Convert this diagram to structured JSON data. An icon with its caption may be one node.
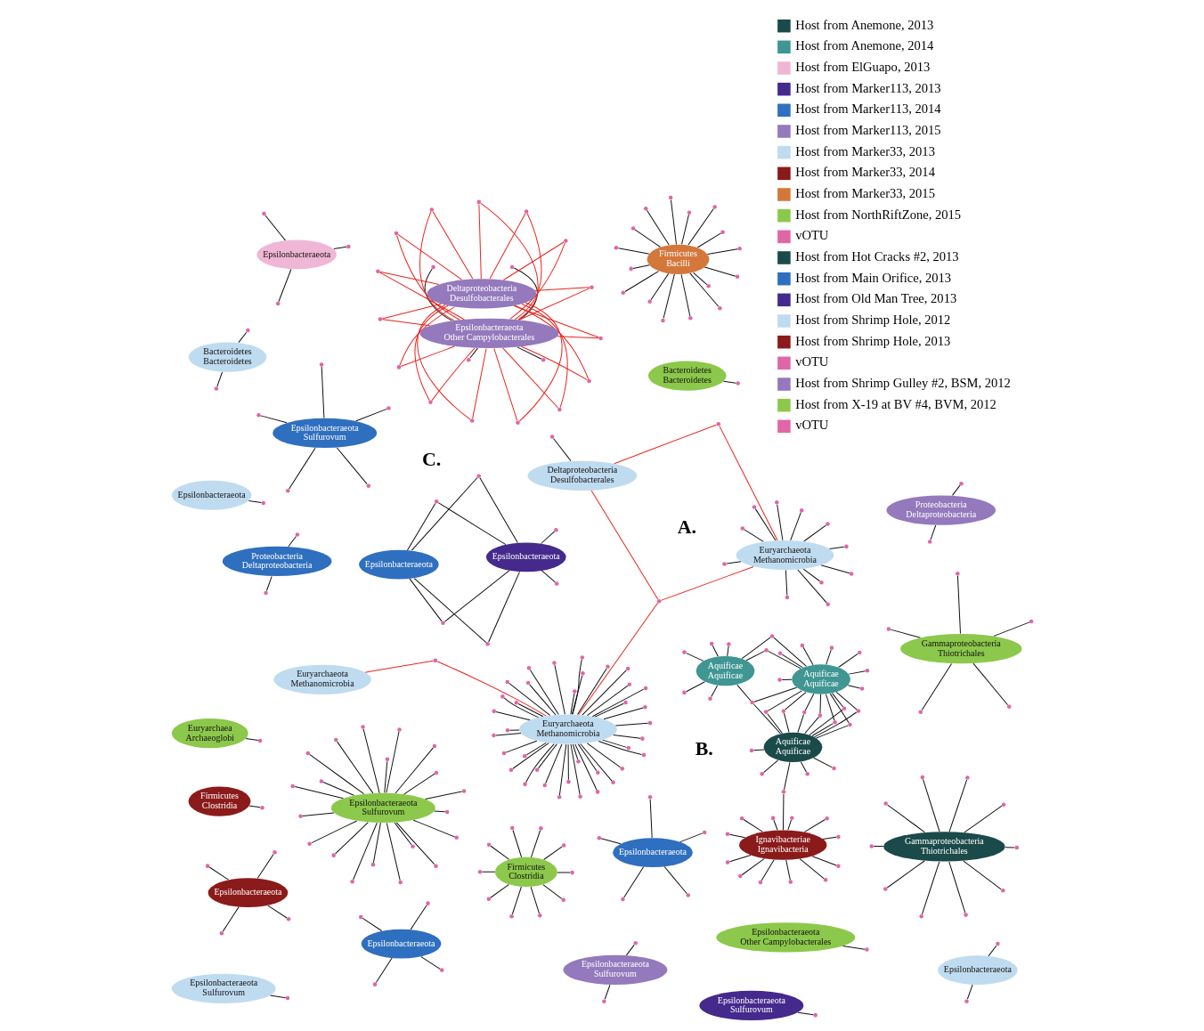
{
  "diagram": {
    "nodes": [
      {
        "text": [
          "Bacteroidetes Bacteroidetes"
        ]
      },
      {
        "text": [],
        "shape": "circle"
      },
      {
        "text": [
          "Proteobacteria Deltaproteobacteria"
        ]
      },
      {
        "text": [],
        "shape": "circle"
      },
      {
        "text": [],
        "shape": "circle"
      },
      {
        "text": [
          "Epsilonbacteraeota"
        ]
      },
      {
        "text": [],
        "shape": "circle"
      },
      {
        "text": [
          "Epsilonbacteraeota"
        ]
      },
      {
        "text": [],
        "shape": "circle"
      },
      {
        "text": [],
        "shape": "circle"
      },
      {
        "text": [],
        "shape": "circle"
      },
      {
        "text": [],
        "shape": "circle"
      },
      {
        "text": [
          "Proteobacteria Deltaproteobacteria"
        ]
      },
      {
        "text": [],
        "shape": "circle"
      },
      {
        "text": [],
        "shape": "circle"
      },
      {
        "text": [
          "Bacteroidetes Bacteroidetes"
        ]
      },
      {
        "text": [],
        "shape": "circle"
      },
      {
        "text": [],
        "shape": "circle"
      },
      {
        "text": [
          "Epsilonbacteraeota"
        ]
      },
      {
        "text": [],
        "shape": "circle"
      },
      {
        "text": [],
        "shape": "circle"
      },
      {
        "text": [],
        "shape": "circle"
      },
      {
        "text": [],
        "shape": "circle"
      },
      {
        "text": [],
        "shape": "circle"
      },
      {
        "text": [
          "Ignavibacteriae Ignavibacteria"
        ]
      },
      {
        "text": [],
        "shape": "circle"
      },
      {
        "text": [],
        "shape": "circle"
      },
      {
        "text": [],
        "shape": "circle"
      },
      {
        "text": [],
        "shape": "circle"
      },
      {
        "text": [],
        "shape": "circle"
      },
      {
        "text": [],
        "shape": "circle"
      },
      {
        "text": [],
        "shape": "circle"
      },
      {
        "text": [],
        "shape": "circle"
      },
      {
        "text": [],
        "shape": "circle"
      },
      {
        "text": [],
        "shape": "circle"
      },
      {
        "text": [],
        "shape": "circle"
      },
      {
        "text": [],
        "shape": "circle"
      },
      {
        "text": [
          "Firmicutes Bacilli"
        ]
      },
      {
        "text": [],
        "shape": "circle"
      },
      {
        "text": [],
        "shape": "circle"
      },
      {
        "text": [],
        "shape": "circle"
      },
      {
        "text": [],
        "shape": "circle"
      },
      {
        "text": [],
        "shape": "circle"
      },
      {
        "text": [],
        "shape": "circle"
      },
      {
        "text": [],
        "shape": "circle"
      },
      {
        "text": [],
        "shape": "circle"
      },
      {
        "text": [],
        "shape": "circle"
      },
      {
        "text": [],
        "shape": "circle"
      },
      {
        "text": [],
        "shape": "circle"
      },
      {
        "text": [],
        "shape": "circle"
      },
      {
        "text": [],
        "shape": "circle"
      },
      {
        "text": [],
        "shape": "circle"
      },
      {
        "text": [],
        "shape": "circle"
      },
      {
        "text": [],
        "shape": "circle"
      },
      {
        "text": [
          "Epsilonbacteraeota"
        ]
      },
      {
        "text": [
          "Epsilonbacteraeota"
        ]
      },
      {
        "text": [],
        "shape": "circle"
      },
      {
        "text": [],
        "shape": "circle"
      },
      {
        "text": [],
        "shape": "circle"
      },
      {
        "text": [],
        "shape": "circle"
      },
      {
        "text": [],
        "shape": "circle"
      },
      {
        "text": [],
        "shape": "circle"
      },
      {
        "text": [
          "Aquificae Aquificae"
        ]
      },
      {
        "text": [],
        "shape": "circle"
      },
      {
        "text": [],
        "shape": "circle"
      },
      {
        "text": [],
        "shape": "circle"
      },
      {
        "text": [],
        "shape": "circle"
      },
      {
        "text": [],
        "shape": "circle"
      },
      {
        "text": [
          "Aquificae Aquificae"
        ]
      },
      {
        "text": [],
        "shape": "circle"
      },
      {
        "text": [],
        "shape": "circle"
      },
      {
        "text": [],
        "shape": "circle"
      },
      {
        "text": [],
        "shape": "circle"
      },
      {
        "text": [],
        "shape": "circle"
      },
      {
        "text": [],
        "shape": "circle"
      },
      {
        "text": [],
        "shape": "circle"
      },
      {
        "text": [],
        "shape": "circle"
      },
      {
        "text": [],
        "shape": "circle"
      },
      {
        "text": [],
        "shape": "circle"
      },
      {
        "text": [],
        "shape": "circle"
      },
      {
        "text": [],
        "shape": "circle"
      },
      {
        "text": [],
        "shape": "circle"
      },
      {
        "text": [],
        "shape": "circle"
      },
      {
        "text": [],
        "shape": "circle"
      },
      {
        "text": [
          "Aquificae Aquificae"
        ]
      },
      {
        "text": [],
        "shape": "circle"
      },
      {
        "text": [],
        "shape": "circle"
      },
      {
        "text": [],
        "shape": "circle"
      },
      {
        "text": [],
        "shape": "circle"
      },
      {
        "text": [],
        "shape": "circle"
      },
      {
        "text": [],
        "shape": "circle"
      },
      {
        "text": [],
        "shape": "circle"
      },
      {
        "text": [],
        "shape": "circle"
      },
      {
        "text": [
          "Epsilonbacteraeota"
        ]
      },
      {
        "text": [],
        "shape": "circle"
      },
      {
        "text": [],
        "shape": "circle"
      },
      {
        "text": [],
        "shape": "circle"
      },
      {
        "text": [
          "Firmicutes Clostridia"
        ]
      },
      {
        "text": [],
        "shape": "circle"
      },
      {
        "text": [],
        "shape": "circle"
      },
      {
        "text": [],
        "shape": "circle"
      },
      {
        "text": [],
        "shape": "circle"
      },
      {
        "text": [],
        "shape": "circle"
      },
      {
        "text": [],
        "shape": "circle"
      },
      {
        "text": [],
        "shape": "circle"
      },
      {
        "text": [],
        "shape": "circle"
      },
      {
        "text": [],
        "shape": "circle"
      },
      {
        "text": [],
        "shape": "circle"
      },
      {
        "text": [
          "Epsilonbacteraeota"
        ]
      },
      {
        "text": [],
        "shape": "circle"
      },
      {
        "text": [],
        "shape": "circle"
      },
      {
        "text": [],
        "shape": "circle"
      },
      {
        "text": [],
        "shape": "circle"
      },
      {
        "text": [
          "Epsilonbacteraeota"
        ]
      },
      {
        "text": [],
        "shape": "circle"
      },
      {
        "text": [],
        "shape": "circle"
      },
      {
        "text": [
          "Gammaproteobacteria Thiotrichales"
        ]
      },
      {
        "text": [],
        "shape": "circle"
      },
      {
        "text": [],
        "shape": "circle"
      },
      {
        "text": [],
        "shape": "circle"
      },
      {
        "text": [],
        "shape": "circle"
      },
      {
        "text": [],
        "shape": "circle"
      },
      {
        "text": [],
        "shape": "circle"
      },
      {
        "text": [],
        "shape": "circle"
      },
      {
        "text": [],
        "shape": "circle"
      },
      {
        "text": [],
        "shape": "circle"
      },
      {
        "text": [],
        "shape": "circle"
      },
      {
        "text": [
          "Firmicutes Clostridia"
        ]
      },
      {
        "text": [],
        "shape": "circle"
      },
      {
        "text": [
          "Euryarchaeota Methanomicrobia"
        ]
      },
      {
        "text": [],
        "shape": "circle"
      },
      {
        "text": [],
        "shape": "circle"
      },
      {
        "text": [],
        "shape": "circle"
      },
      {
        "text": [],
        "shape": "circle"
      },
      {
        "text": [],
        "shape": "circle"
      },
      {
        "text": [],
        "shape": "circle"
      },
      {
        "text": [],
        "shape": "circle"
      },
      {
        "text": [],
        "shape": "circle"
      },
      {
        "text": [],
        "shape": "circle"
      },
      {
        "text": [],
        "shape": "circle"
      },
      {
        "text": [],
        "shape": "circle"
      },
      {
        "text": [],
        "shape": "circle"
      },
      {
        "text": [],
        "shape": "circle"
      },
      {
        "text": [],
        "shape": "circle"
      },
      {
        "text": [],
        "shape": "circle"
      },
      {
        "text": [],
        "shape": "circle"
      },
      {
        "text": [],
        "shape": "circle"
      },
      {
        "text": [],
        "shape": "circle"
      },
      {
        "text": [],
        "shape": "circle"
      },
      {
        "text": [],
        "shape": "circle"
      },
      {
        "text": [],
        "shape": "circle"
      },
      {
        "text": [],
        "shape": "circle"
      },
      {
        "text": [],
        "shape": "circle"
      },
      {
        "text": [],
        "shape": "circle"
      },
      {
        "text": [],
        "shape": "circle"
      },
      {
        "text": [],
        "shape": "circle"
      },
      {
        "text": [],
        "shape": "circle"
      },
      {
        "text": [],
        "shape": "circle"
      },
      {
        "text": [],
        "shape": "circle"
      },
      {
        "text": [],
        "shape": "circle"
      },
      {
        "text": [],
        "shape": "circle"
      },
      {
        "text": [],
        "shape": "circle"
      },
      {
        "text": [],
        "shape": "circle"
      },
      {
        "text": [],
        "shape": "circle"
      },
      {
        "text": [],
        "shape": "circle"
      },
      {
        "text": [],
        "shape": "circle"
      },
      {
        "text": [
          "Deltaproteobacteria Desulfobacterales"
        ]
      },
      {
        "text": [],
        "shape": "circle"
      },
      {
        "text": [
          "Euryarchaeota Methanomicrobia"
        ]
      },
      {
        "text": [],
        "shape": "circle"
      },
      {
        "text": [],
        "shape": "circle"
      },
      {
        "text": [
          "Euryarchaeota Methanomicrobia"
        ]
      },
      {
        "text": [],
        "shape": "circle"
      },
      {
        "text": [],
        "shape": "circle"
      },
      {
        "text": [],
        "shape": "circle"
      },
      {
        "text": [],
        "shape": "circle"
      },
      {
        "text": [],
        "shape": "circle"
      },
      {
        "text": [],
        "shape": "circle"
      },
      {
        "text": [],
        "shape": "circle"
      },
      {
        "text": [],
        "shape": "circle"
      },
      {
        "text": [],
        "shape": "circle"
      },
      {
        "text": [],
        "shape": "circle"
      },
      {
        "text": [],
        "shape": "circle"
      },
      {
        "text": [],
        "shape": "circle"
      },
      {
        "text": [
          "Epsilonbacteraeota Sulfurovum"
        ]
      },
      {
        "text": [],
        "shape": "circle"
      },
      {
        "text": [],
        "shape": "circle"
      },
      {
        "text": [],
        "shape": "circle"
      },
      {
        "text": [],
        "shape": "circle"
      },
      {
        "text": [],
        "shape": "circle"
      },
      {
        "text": [
          "Epsilonbacteraeota Sulfurovum"
        ]
      },
      {
        "text": [],
        "shape": "circle"
      },
      {
        "text": [
          "Epsilonbacteraeota Sulfurovum"
        ]
      },
      {
        "text": [],
        "shape": "circle"
      },
      {
        "text": [
          "Epsilonbacteraeota Other Campylobacterales"
        ]
      },
      {
        "text": [],
        "shape": "circle"
      },
      {
        "text": [],
        "shape": "circle"
      },
      {
        "text": [],
        "shape": "circle"
      },
      {
        "text": [],
        "shape": "circle"
      },
      {
        "text": [
          "Deltaproteobacteria Desulfobacterales"
        ]
      },
      {
        "text": [],
        "shape": "circle"
      },
      {
        "text": [],
        "shape": "circle"
      },
      {
        "text": [],
        "shape": "circle"
      },
      {
        "text": [],
        "shape": "circle"
      },
      {
        "text": [],
        "shape": "circle"
      },
      {
        "text": [],
        "shape": "circle"
      },
      {
        "text": [],
        "shape": "circle"
      },
      {
        "text": [],
        "shape": "circle"
      },
      {
        "text": [],
        "shape": "circle"
      },
      {
        "text": [],
        "shape": "circle"
      },
      {
        "text": [],
        "shape": "circle"
      },
      {
        "text": [],
        "shape": "circle"
      },
      {
        "text": [],
        "shape": "circle"
      },
      {
        "text": [],
        "shape": "circle"
      },
      {
        "text": [],
        "shape": "circle"
      },
      {
        "text": [
          "Epsilonbacteraeota Sulfurovum"
        ]
      },
      {
        "text": [],
        "shape": "circle"
      },
      {
        "text": [],
        "shape": "circle"
      },
      {
        "text": [
          "Epsilonbacteraeota Sulfurovum"
        ]
      },
      {
        "text": [],
        "shape": "circle"
      },
      {
        "text": [],
        "shape": "circle"
      },
      {
        "text": [],
        "shape": "circle"
      },
      {
        "text": [],
        "shape": "circle"
      },
      {
        "text": [],
        "shape": "circle"
      },
      {
        "text": [],
        "shape": "circle"
      },
      {
        "text": [],
        "shape": "circle"
      },
      {
        "text": [],
        "shape": "circle"
      },
      {
        "text": [],
        "shape": "circle"
      },
      {
        "text": [],
        "shape": "circle"
      },
      {
        "text": [],
        "shape": "circle"
      },
      {
        "text": [],
        "shape": "circle"
      },
      {
        "text": [],
        "shape": "circle"
      },
      {
        "text": [],
        "shape": "circle"
      },
      {
        "text": [],
        "shape": "circle"
      },
      {
        "text": [],
        "shape": "circle"
      },
      {
        "text": [],
        "shape": "circle"
      },
      {
        "text": [],
        "shape": "circle"
      },
      {
        "text": [],
        "shape": "circle"
      },
      {
        "text": [],
        "shape": "circle"
      },
      {
        "text": [
          "Gammaproteobacteria Thiotrichales"
        ]
      },
      {
        "text": [],
        "shape": "circle"
      },
      {
        "text": [],
        "shape": "circle"
      },
      {
        "text": [],
        "shape": "circle"
      },
      {
        "text": [],
        "shape": "circle"
      },
      {
        "text": [],
        "shape": "circle"
      },
      {
        "text": [
          "Euryarchaea Archaeoglobi"
        ]
      },
      {
        "text": [],
        "shape": "circle"
      },
      {
        "text": [
          "Epsilonbacteraeota Other Campylobacterales"
        ]
      },
      {
        "text": [],
        "shape": "circle"
      }
    ],
    "edges": [
      {
        "from": 0,
        "to": 1,
        "arrow": "none"
      },
      {
        "from": 2,
        "to": 3,
        "arrow": "none"
      },
      {
        "from": 2,
        "to": 4,
        "arrow": "none"
      },
      {
        "from": 5,
        "to": 6,
        "arrow": "none"
      },
      {
        "from": 7,
        "to": 8,
        "arrow": "none"
      },
      {
        "from": 7,
        "to": 9,
        "arrow": "none"
      },
      {
        "from": 7,
        "to": 10,
        "arrow": "none"
      },
      {
        "from": 7,
        "to": 11,
        "arrow": "none"
      },
      {
        "from": 12,
        "to": 13,
        "arrow": "none"
      },
      {
        "from": 12,
        "to": 14,
        "arrow": "none"
      },
      {
        "from": 15,
        "to": 16,
        "arrow": "none"
      },
      {
        "from": 15,
        "to": 17,
        "arrow": "none"
      },
      {
        "from": 18,
        "to": 19,
        "arrow": "none"
      },
      {
        "from": 18,
        "to": 20,
        "arrow": "none"
      },
      {
        "from": 18,
        "to": 21,
        "arrow": "none"
      },
      {
        "from": 18,
        "to": 22,
        "arrow": "none"
      },
      {
        "from": 18,
        "to": 23,
        "arrow": "none"
      },
      {
        "from": 24,
        "to": 25,
        "arrow": "none"
      },
      {
        "from": 24,
        "to": 26,
        "arrow": "none"
      },
      {
        "from": 24,
        "to": 27,
        "arrow": "none"
      },
      {
        "from": 24,
        "to": 28,
        "arrow": "none"
      },
      {
        "from": 24,
        "to": 29,
        "arrow": "none"
      },
      {
        "from": 24,
        "to": 30,
        "arrow": "none"
      },
      {
        "from": 24,
        "to": 31,
        "arrow": "none"
      },
      {
        "from": 24,
        "to": 32,
        "arrow": "none"
      },
      {
        "from": 24,
        "to": 33,
        "arrow": "none"
      },
      {
        "from": 24,
        "to": 34,
        "arrow": "none"
      },
      {
        "from": 24,
        "to": 35,
        "arrow": "none"
      },
      {
        "from": 24,
        "to": 36,
        "arrow": "none"
      },
      {
        "from": 37,
        "to": 38,
        "arrow": "none"
      },
      {
        "from": 37,
        "to": 39,
        "arrow": "none"
      },
      {
        "from": 37,
        "to": 40,
        "arrow": "none"
      },
      {
        "from": 37,
        "to": 41,
        "arrow": "none"
      },
      {
        "from": 37,
        "to": 42,
        "arrow": "none"
      },
      {
        "from": 37,
        "to": 43,
        "arrow": "none"
      },
      {
        "from": 37,
        "to": 44,
        "arrow": "none"
      },
      {
        "from": 37,
        "to": 45,
        "arrow": "none"
      },
      {
        "from": 37,
        "to": 46,
        "arrow": "none"
      },
      {
        "from": 37,
        "to": 47,
        "arrow": "none"
      },
      {
        "from": 37,
        "to": 48,
        "arrow": "none"
      },
      {
        "from": 37,
        "to": 49,
        "arrow": "none"
      },
      {
        "from": 37,
        "to": 50,
        "arrow": "none"
      },
      {
        "from": 37,
        "to": 51,
        "arrow": "none"
      },
      {
        "from": 37,
        "to": 52,
        "arrow": "none"
      },
      {
        "from": 37,
        "to": 53,
        "arrow": "none"
      },
      {
        "from": 55,
        "to": 56,
        "arrow": "none"
      },
      {
        "from": 55,
        "to": 57,
        "arrow": "none"
      },
      {
        "from": 54,
        "to": 58,
        "arrow": "none"
      },
      {
        "from": 54,
        "to": 59,
        "arrow": "none"
      },
      {
        "from": 54,
        "to": 60,
        "arrow": "none"
      },
      {
        "from": 54,
        "to": 61,
        "arrow": "none"
      },
      {
        "from": 55,
        "to": 58,
        "arrow": "none"
      },
      {
        "from": 55,
        "to": 59,
        "arrow": "none"
      },
      {
        "from": 55,
        "to": 60,
        "arrow": "none"
      },
      {
        "from": 55,
        "to": 61,
        "arrow": "none"
      },
      {
        "from": 62,
        "to": 63,
        "arrow": "none"
      },
      {
        "from": 62,
        "to": 64,
        "arrow": "none"
      },
      {
        "from": 62,
        "to": 65,
        "arrow": "none"
      },
      {
        "from": 62,
        "to": 66,
        "arrow": "none"
      },
      {
        "from": 24,
        "to": 67,
        "arrow": "none"
      },
      {
        "from": 62,
        "to": 67,
        "arrow": "none"
      },
      {
        "from": 68,
        "to": 69,
        "arrow": "none"
      },
      {
        "from": 68,
        "to": 70,
        "arrow": "none"
      },
      {
        "from": 68,
        "to": 71,
        "arrow": "none"
      },
      {
        "from": 68,
        "to": 72,
        "arrow": "none"
      },
      {
        "from": 68,
        "to": 73,
        "arrow": "none"
      },
      {
        "from": 68,
        "to": 74,
        "arrow": "none"
      },
      {
        "from": 68,
        "to": 75,
        "arrow": "none"
      },
      {
        "from": 62,
        "to": 76,
        "arrow": "none"
      },
      {
        "from": 62,
        "to": 77,
        "arrow": "none"
      },
      {
        "from": 62,
        "to": 78,
        "arrow": "none"
      },
      {
        "from": 62,
        "to": 79,
        "arrow": "none"
      },
      {
        "from": 62,
        "to": 80,
        "arrow": "none"
      },
      {
        "from": 62,
        "to": 81,
        "arrow": "none"
      },
      {
        "from": 62,
        "to": 82,
        "arrow": "none"
      },
      {
        "from": 62,
        "to": 83,
        "arrow": "none"
      },
      {
        "from": 68,
        "to": 76,
        "arrow": "none"
      },
      {
        "from": 68,
        "to": 77,
        "arrow": "none"
      },
      {
        "from": 68,
        "to": 78,
        "arrow": "none"
      },
      {
        "from": 68,
        "to": 79,
        "arrow": "none"
      },
      {
        "from": 68,
        "to": 80,
        "arrow": "none"
      },
      {
        "from": 68,
        "to": 81,
        "arrow": "none"
      },
      {
        "from": 68,
        "to": 82,
        "arrow": "none"
      },
      {
        "from": 68,
        "to": 83,
        "arrow": "none"
      },
      {
        "from": 84,
        "to": 85,
        "arrow": "none"
      },
      {
        "from": 84,
        "to": 86,
        "arrow": "none"
      },
      {
        "from": 84,
        "to": 87,
        "arrow": "none"
      },
      {
        "from": 84,
        "to": 88,
        "arrow": "none"
      },
      {
        "from": 84,
        "to": 89,
        "arrow": "none"
      },
      {
        "from": 68,
        "to": 90,
        "arrow": "none"
      },
      {
        "from": 68,
        "to": 91,
        "arrow": "none"
      },
      {
        "from": 84,
        "to": 90,
        "arrow": "none"
      },
      {
        "from": 84,
        "to": 91,
        "arrow": "none"
      },
      {
        "from": 62,
        "to": 92,
        "arrow": "none"
      },
      {
        "from": 68,
        "to": 92,
        "arrow": "none"
      },
      {
        "from": 84,
        "to": 92,
        "arrow": "none"
      },
      {
        "from": 93,
        "to": 94,
        "arrow": "none"
      },
      {
        "from": 93,
        "to": 95,
        "arrow": "none"
      },
      {
        "from": 93,
        "to": 96,
        "arrow": "none"
      },
      {
        "from": 97,
        "to": 98,
        "arrow": "none"
      },
      {
        "from": 97,
        "to": 99,
        "arrow": "none"
      },
      {
        "from": 97,
        "to": 100,
        "arrow": "none"
      },
      {
        "from": 97,
        "to": 101,
        "arrow": "none"
      },
      {
        "from": 97,
        "to": 102,
        "arrow": "none"
      },
      {
        "from": 97,
        "to": 103,
        "arrow": "none"
      },
      {
        "from": 97,
        "to": 104,
        "arrow": "none"
      },
      {
        "from": 97,
        "to": 105,
        "arrow": "none"
      },
      {
        "from": 97,
        "to": 106,
        "arrow": "none"
      },
      {
        "from": 97,
        "to": 107,
        "arrow": "none"
      },
      {
        "from": 108,
        "to": 109,
        "arrow": "none"
      },
      {
        "from": 108,
        "to": 110,
        "arrow": "none"
      },
      {
        "from": 108,
        "to": 111,
        "arrow": "none"
      },
      {
        "from": 108,
        "to": 112,
        "arrow": "none"
      },
      {
        "from": 113,
        "to": 114,
        "arrow": "none"
      },
      {
        "from": 113,
        "to": 115,
        "arrow": "none"
      },
      {
        "from": 116,
        "to": 117,
        "arrow": "none"
      },
      {
        "from": 116,
        "to": 118,
        "arrow": "none"
      },
      {
        "from": 116,
        "to": 119,
        "arrow": "none"
      },
      {
        "from": 116,
        "to": 120,
        "arrow": "none"
      },
      {
        "from": 116,
        "to": 121,
        "arrow": "none"
      },
      {
        "from": 116,
        "to": 122,
        "arrow": "none"
      },
      {
        "from": 116,
        "to": 123,
        "arrow": "none"
      },
      {
        "from": 116,
        "to": 124,
        "arrow": "none"
      },
      {
        "from": 116,
        "to": 125,
        "arrow": "none"
      },
      {
        "from": 116,
        "to": 126,
        "arrow": "none"
      },
      {
        "from": 127,
        "to": 128,
        "arrow": "none"
      },
      {
        "from": 129,
        "to": 130,
        "arrow": "none"
      },
      {
        "from": 129,
        "to": 131,
        "arrow": "none"
      },
      {
        "from": 129,
        "to": 132,
        "arrow": "none"
      },
      {
        "from": 129,
        "to": 133,
        "arrow": "none"
      },
      {
        "from": 129,
        "to": 134,
        "arrow": "none"
      },
      {
        "from": 129,
        "to": 135,
        "arrow": "none"
      },
      {
        "from": 129,
        "to": 136,
        "arrow": "none"
      },
      {
        "from": 129,
        "to": 137,
        "arrow": "none"
      },
      {
        "from": 129,
        "to": 138,
        "arrow": "none"
      },
      {
        "from": 129,
        "to": 139,
        "arrow": "none"
      },
      {
        "from": 129,
        "to": 140,
        "arrow": "none"
      },
      {
        "from": 129,
        "to": 141,
        "arrow": "none"
      },
      {
        "from": 129,
        "to": 142,
        "arrow": "none"
      },
      {
        "from": 129,
        "to": 143,
        "arrow": "none"
      },
      {
        "from": 129,
        "to": 144,
        "arrow": "none"
      },
      {
        "from": 129,
        "to": 145,
        "arrow": "none"
      },
      {
        "from": 129,
        "to": 146,
        "arrow": "none"
      },
      {
        "from": 129,
        "to": 147,
        "arrow": "none"
      },
      {
        "from": 129,
        "to": 148,
        "arrow": "none"
      },
      {
        "from": 129,
        "to": 149,
        "arrow": "none"
      },
      {
        "from": 129,
        "to": 150,
        "arrow": "none"
      },
      {
        "from": 129,
        "to": 151,
        "arrow": "none"
      },
      {
        "from": 129,
        "to": 152,
        "arrow": "none"
      },
      {
        "from": 129,
        "to": 153,
        "arrow": "none"
      },
      {
        "from": 129,
        "to": 154,
        "arrow": "none"
      },
      {
        "from": 129,
        "to": 155,
        "arrow": "none"
      },
      {
        "from": 129,
        "to": 156,
        "arrow": "none"
      },
      {
        "from": 129,
        "to": 157,
        "arrow": "none"
      },
      {
        "from": 129,
        "to": 158,
        "arrow": "none"
      },
      {
        "from": 129,
        "to": 159,
        "arrow": "none"
      },
      {
        "from": 129,
        "to": 160,
        "arrow": "none"
      },
      {
        "from": 129,
        "to": 161,
        "arrow": "none"
      },
      {
        "from": 129,
        "to": 162,
        "arrow": "none"
      },
      {
        "from": 129,
        "to": 163,
        "arrow": "none"
      },
      {
        "from": 129,
        "to": 164,
        "arrow": "none"
      },
      {
        "from": 129,
        "to": 165,
        "arrow": "none"
      },
      {
        "from": 166,
        "to": 167,
        "arrow": "none"
      },
      {
        "from": 129,
        "to": 169,
        "arrow": "none",
        "color": "#e8251f"
      },
      {
        "from": 168,
        "to": 169,
        "arrow": "none",
        "color": "#e8251f"
      },
      {
        "from": 129,
        "to": 170,
        "arrow": "none",
        "color": "#e8251f"
      },
      {
        "from": 166,
        "to": 170,
        "arrow": "none",
        "color": "#e8251f"
      },
      {
        "from": 171,
        "to": 170,
        "arrow": "none",
        "color": "#e8251f"
      },
      {
        "from": 171,
        "to": 172,
        "arrow": "none"
      },
      {
        "from": 171,
        "to": 173,
        "arrow": "none"
      },
      {
        "from": 171,
        "to": 174,
        "arrow": "none"
      },
      {
        "from": 171,
        "to": 175,
        "arrow": "none"
      },
      {
        "from": 171,
        "to": 176,
        "arrow": "none"
      },
      {
        "from": 171,
        "to": 177,
        "arrow": "none"
      },
      {
        "from": 171,
        "to": 178,
        "arrow": "none"
      },
      {
        "from": 171,
        "to": 179,
        "arrow": "none"
      },
      {
        "from": 171,
        "to": 180,
        "arrow": "none"
      },
      {
        "from": 171,
        "to": 181,
        "arrow": "none"
      },
      {
        "from": 171,
        "to": 182,
        "arrow": "none"
      },
      {
        "from": 166,
        "to": 183,
        "arrow": "none",
        "color": "#e8251f"
      },
      {
        "from": 171,
        "to": 183,
        "arrow": "none",
        "color": "#e8251f"
      },
      {
        "from": 184,
        "to": 185,
        "arrow": "none"
      },
      {
        "from": 184,
        "to": 186,
        "arrow": "none"
      },
      {
        "from": 184,
        "to": 187,
        "arrow": "none"
      },
      {
        "from": 184,
        "to": 188,
        "arrow": "none"
      },
      {
        "from": 184,
        "to": 189,
        "arrow": "none"
      },
      {
        "from": 190,
        "to": 191,
        "arrow": "none"
      },
      {
        "from": 192,
        "to": 193,
        "arrow": "none"
      },
      {
        "from": 194,
        "to": 195,
        "arrow": "none"
      },
      {
        "from": 194,
        "to": 196,
        "arrow": "none"
      },
      {
        "from": 194,
        "to": 197,
        "arrow": "none"
      },
      {
        "from": 194,
        "to": 198,
        "arrow": "none"
      },
      {
        "from": 194,
        "to": 200,
        "arrow": "none",
        "color": "#e8251f"
      },
      {
        "from": 194,
        "to": 201,
        "arrow": "none",
        "color": "#e8251f"
      },
      {
        "from": 194,
        "to": 202,
        "arrow": "none",
        "color": "#e8251f"
      },
      {
        "from": 194,
        "to": 203,
        "arrow": "none",
        "color": "#e8251f"
      },
      {
        "from": 194,
        "to": 204,
        "arrow": "none",
        "color": "#e8251f"
      },
      {
        "from": 194,
        "to": 205,
        "arrow": "none",
        "color": "#e8251f"
      },
      {
        "from": 194,
        "to": 206,
        "arrow": "none",
        "color": "#e8251f"
      },
      {
        "from": 194,
        "to": 207,
        "arrow": "none",
        "color": "#e8251f"
      },
      {
        "from": 194,
        "to": 208,
        "arrow": "none",
        "color": "#e8251f"
      },
      {
        "from": 194,
        "to": 209,
        "arrow": "none",
        "color": "#e8251f"
      },
      {
        "from": 194,
        "to": 210,
        "arrow": "none",
        "color": "#e8251f"
      },
      {
        "from": 194,
        "to": 211,
        "arrow": "none",
        "color": "#e8251f"
      },
      {
        "from": 194,
        "to": 212,
        "arrow": "none",
        "color": "#e8251f"
      },
      {
        "from": 194,
        "to": 213,
        "arrow": "none",
        "color": "#e8251f"
      },
      {
        "from": 194,
        "to": 214,
        "arrow": "none",
        "color": "#e8251f"
      },
      {
        "from": 199,
        "to": 200,
        "arrow": "none",
        "color": "#e8251f"
      },
      {
        "from": 199,
        "to": 201,
        "arrow": "none",
        "color": "#e8251f"
      },
      {
        "from": 199,
        "to": 202,
        "arrow": "none",
        "color": "#e8251f"
      },
      {
        "from": 199,
        "to": 203,
        "arrow": "none",
        "color": "#e8251f"
      },
      {
        "from": 199,
        "to": 204,
        "arrow": "none",
        "color": "#e8251f"
      },
      {
        "from": 199,
        "to": 205,
        "arrow": "none",
        "color": "#e8251f"
      },
      {
        "from": 199,
        "to": 206,
        "arrow": "none",
        "color": "#e8251f"
      },
      {
        "from": 199,
        "to": 207,
        "arrow": "none",
        "color": "#e8251f"
      },
      {
        "from": 199,
        "to": 208,
        "arrow": "none",
        "color": "#e8251f"
      },
      {
        "from": 199,
        "to": 209,
        "arrow": "none",
        "color": "#e8251f"
      },
      {
        "from": 199,
        "to": 210,
        "arrow": "none",
        "color": "#e8251f"
      },
      {
        "from": 199,
        "to": 211,
        "arrow": "none",
        "color": "#e8251f"
      },
      {
        "from": 199,
        "to": 212,
        "arrow": "none",
        "color": "#e8251f"
      },
      {
        "from": 199,
        "to": 213,
        "arrow": "none",
        "color": "#e8251f"
      },
      {
        "from": 199,
        "to": 214,
        "arrow": "none",
        "color": "#e8251f"
      },
      {
        "from": 215,
        "to": 216,
        "arrow": "none"
      },
      {
        "from": 215,
        "to": 217,
        "arrow": "none"
      },
      {
        "from": 218,
        "to": 219,
        "arrow": "none"
      },
      {
        "from": 218,
        "to": 220,
        "arrow": "none"
      },
      {
        "from": 218,
        "to": 221,
        "arrow": "none"
      },
      {
        "from": 218,
        "to": 222,
        "arrow": "none"
      },
      {
        "from": 218,
        "to": 223,
        "arrow": "none"
      },
      {
        "from": 218,
        "to": 224,
        "arrow": "none"
      },
      {
        "from": 218,
        "to": 225,
        "arrow": "none"
      },
      {
        "from": 218,
        "to": 226,
        "arrow": "none"
      },
      {
        "from": 218,
        "to": 227,
        "arrow": "none"
      },
      {
        "from": 218,
        "to": 228,
        "arrow": "none"
      },
      {
        "from": 218,
        "to": 229,
        "arrow": "none"
      },
      {
        "from": 218,
        "to": 230,
        "arrow": "none"
      },
      {
        "from": 218,
        "to": 231,
        "arrow": "none"
      },
      {
        "from": 218,
        "to": 232,
        "arrow": "none"
      },
      {
        "from": 218,
        "to": 233,
        "arrow": "none"
      },
      {
        "from": 218,
        "to": 234,
        "arrow": "none"
      },
      {
        "from": 218,
        "to": 235,
        "arrow": "none"
      },
      {
        "from": 218,
        "to": 236,
        "arrow": "none"
      },
      {
        "from": 218,
        "to": 237,
        "arrow": "none"
      },
      {
        "from": 218,
        "to": 238,
        "arrow": "none"
      },
      {
        "from": 239,
        "to": 240,
        "arrow": "none"
      },
      {
        "from": 239,
        "to": 241,
        "arrow": "none"
      },
      {
        "from": 239,
        "to": 242,
        "arrow": "none"
      },
      {
        "from": 239,
        "to": 243,
        "arrow": "none"
      },
      {
        "from": 239,
        "to": 244,
        "arrow": "none"
      },
      {
        "from": 245,
        "to": 246,
        "arrow": "none"
      },
      {
        "from": 247,
        "to": 248,
        "arrow": "none"
      }
    ],
    "labels": [
      "A.",
      "B.",
      "C."
    ],
    "legend": [
      {
        "text": "Host from Anemone, 2013",
        "color": "#1b4a4a"
      },
      {
        "text": "Host from Anemone, 2014",
        "color": "#3f9693"
      },
      {
        "text": "Host from ElGuapo, 2013",
        "color": "#f0b6d5"
      },
      {
        "text": "Host from Marker113, 2013",
        "color": "#45298c"
      },
      {
        "text": "Host from Marker113, 2014",
        "color": "#2f6fbf"
      },
      {
        "text": "Host from Marker113, 2015",
        "color": "#9479bc"
      },
      {
        "text": "Host from Marker33, 2013",
        "color": "#bfdbf0"
      },
      {
        "text": "Host from Marker33, 2014",
        "color": "#8b1a1a"
      },
      {
        "text": "Host from Marker33, 2015",
        "color": "#d4773a"
      },
      {
        "text": "Host from NorthRiftZone, 2015",
        "color": "#8cc84b"
      },
      {
        "text": "vOTU",
        "color": "#e066a6"
      },
      {
        "text": "Host from Hot Cracks #2, 2013",
        "color": "#1b4a4a"
      },
      {
        "text": "Host from Main Orifice, 2013",
        "color": "#2f6fbf"
      },
      {
        "text": "Host from Old Man Tree, 2013",
        "color": "#45298c"
      },
      {
        "text": "Host from Shrimp Hole, 2012",
        "color": "#bfdbf0"
      },
      {
        "text": "Host from Shrimp Hole, 2013",
        "color": "#8b1a1a"
      },
      {
        "text": "vOTU",
        "color": "#e066a6"
      },
      {
        "text": "Host from Shrimp Gulley #2, BSM, 2012",
        "color": "#9479bc"
      },
      {
        "text": "Host from X-19 at BV #4, BVM, 2012",
        "color": "#8cc84b"
      },
      {
        "text": "vOTU",
        "color": "#e066a6"
      }
    ]
  }
}
